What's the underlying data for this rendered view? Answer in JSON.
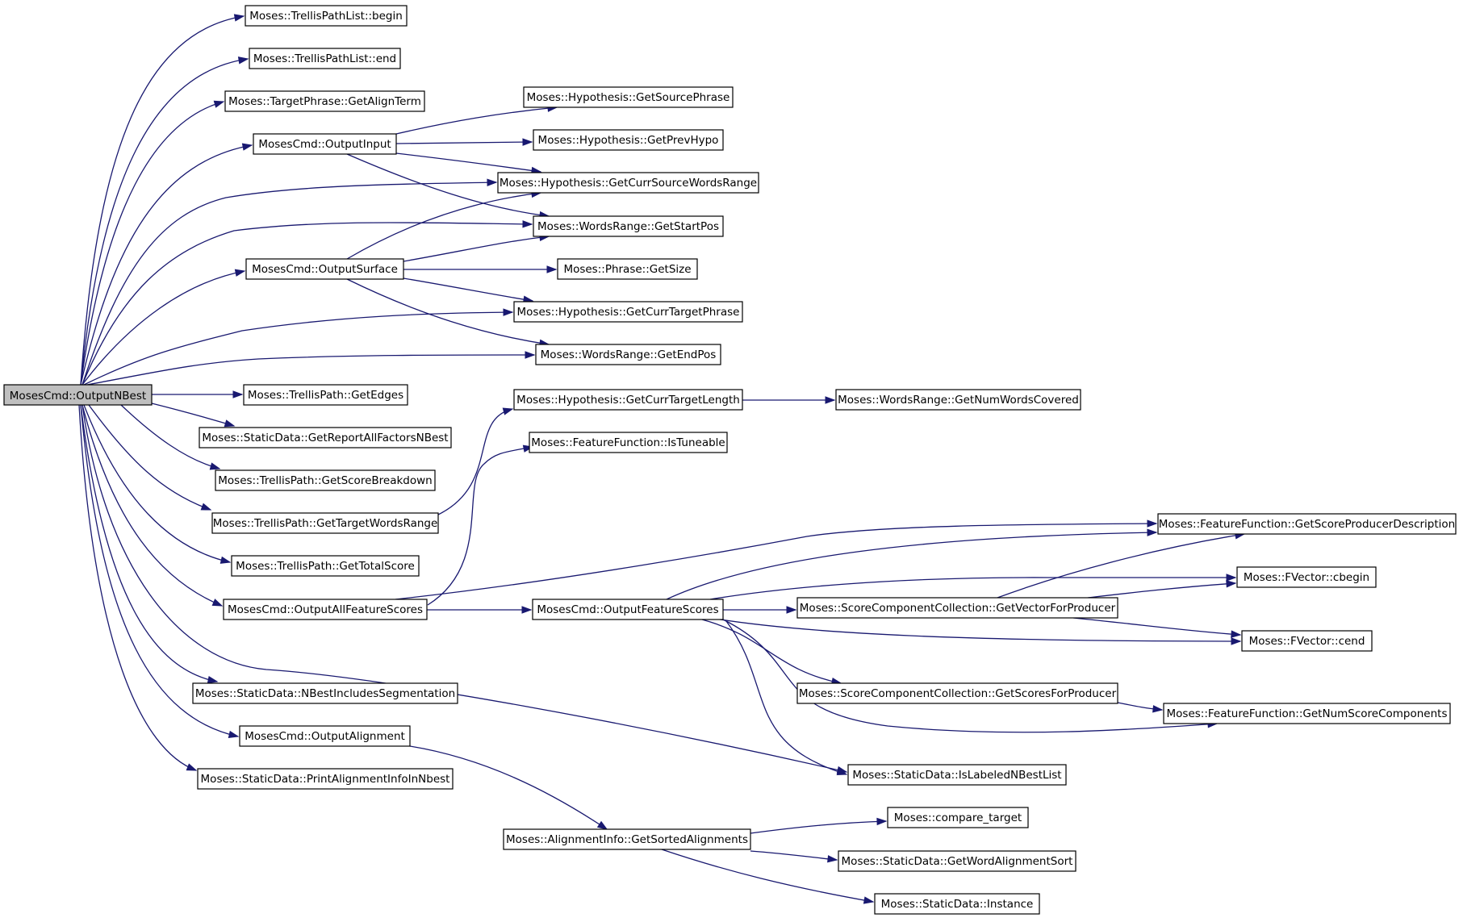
{
  "nodes": {
    "root": "MosesCmd::OutputNBest",
    "tpl_begin": "Moses::TrellisPathList::begin",
    "tpl_end": "Moses::TrellisPathList::end",
    "tp_alignterm": "Moses::TargetPhrase::GetAlignTerm",
    "out_input": "MosesCmd::OutputInput",
    "hyp_srcphrase": "Moses::Hypothesis::GetSourcePhrase",
    "hyp_prevhypo": "Moses::Hypothesis::GetPrevHypo",
    "hyp_cursrcrange": "Moses::Hypothesis::GetCurrSourceWordsRange",
    "wr_startpos": "Moses::WordsRange::GetStartPos",
    "out_surface": "MosesCmd::OutputSurface",
    "phrase_getsize": "Moses::Phrase::GetSize",
    "hyp_curtgtphrase": "Moses::Hypothesis::GetCurrTargetPhrase",
    "wr_endpos": "Moses::WordsRange::GetEndPos",
    "tp_getedges": "Moses::TrellisPath::GetEdges",
    "sd_reportall": "Moses::StaticData::GetReportAllFactorsNBest",
    "tp_scorebreak": "Moses::TrellisPath::GetScoreBreakdown",
    "tp_tgtwordsrange": "Moses::TrellisPath::GetTargetWordsRange",
    "hyp_curtgtlen": "Moses::Hypothesis::GetCurrTargetLength",
    "wr_numcovered": "Moses::WordsRange::GetNumWordsCovered",
    "ff_istuneable": "Moses::FeatureFunction::IsTuneable",
    "tp_totalscore": "Moses::TrellisPath::GetTotalScore",
    "out_allfeat": "MosesCmd::OutputAllFeatureScores",
    "out_featscores": "MosesCmd::OutputFeatureScores",
    "ff_scoreproddesc": "Moses::FeatureFunction::GetScoreProducerDescription",
    "fv_cbegin": "Moses::FVector::cbegin",
    "scc_vecforprod": "Moses::ScoreComponentCollection::GetVectorForProducer",
    "fv_cend": "Moses::FVector::cend",
    "sd_nbestseg": "Moses::StaticData::NBestIncludesSegmentation",
    "scc_scoresforprod": "Moses::ScoreComponentCollection::GetScoresForProducer",
    "ff_numscorecomp": "Moses::FeatureFunction::GetNumScoreComponents",
    "out_alignment": "MosesCmd::OutputAlignment",
    "sd_islabeled": "Moses::StaticData::IsLabeledNBestList",
    "sd_printalign": "Moses::StaticData::PrintAlignmentInfoInNbest",
    "compare_target": "Moses::compare_target",
    "ai_sortedalign": "Moses::AlignmentInfo::GetSortedAlignments",
    "sd_wordalignsort": "Moses::StaticData::GetWordAlignmentSort",
    "sd_instance": "Moses::StaticData::Instance"
  },
  "colors": {
    "edge": "#191970",
    "root_fill": "#bfbfbf",
    "node_fill": "#ffffff",
    "node_border": "#000000"
  }
}
